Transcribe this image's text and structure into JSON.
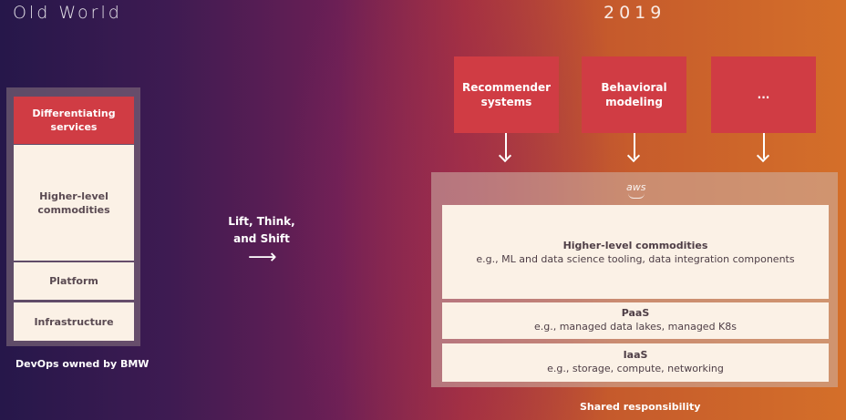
{
  "header": {
    "left_title": "Old World",
    "right_title": "2019"
  },
  "old_world": {
    "differentiating": "Differentiating services",
    "higher_level": "Higher-level commodities",
    "platform": "Platform",
    "infrastructure": "Infrastructure",
    "caption": "DevOps owned by BMW"
  },
  "transition": {
    "label": "Lift, Think, and Shift",
    "arrow": "⟶"
  },
  "new_world": {
    "services": [
      "Recommender systems",
      "Behavioral modeling",
      "..."
    ],
    "aws_logo": "aws",
    "higher_level": {
      "title": "Higher-level commodities",
      "subtitle": "e.g., ML and data science tooling, data integration components"
    },
    "paas": {
      "title": "PaaS",
      "subtitle": "e.g., managed data lakes, managed K8s"
    },
    "iaas": {
      "title": "IaaS",
      "subtitle": "e.g., storage, compute, networking"
    },
    "caption": "Shared responsibility"
  },
  "colors": {
    "accent_red": "#d03c44",
    "box_light": "#fbf1e6"
  }
}
